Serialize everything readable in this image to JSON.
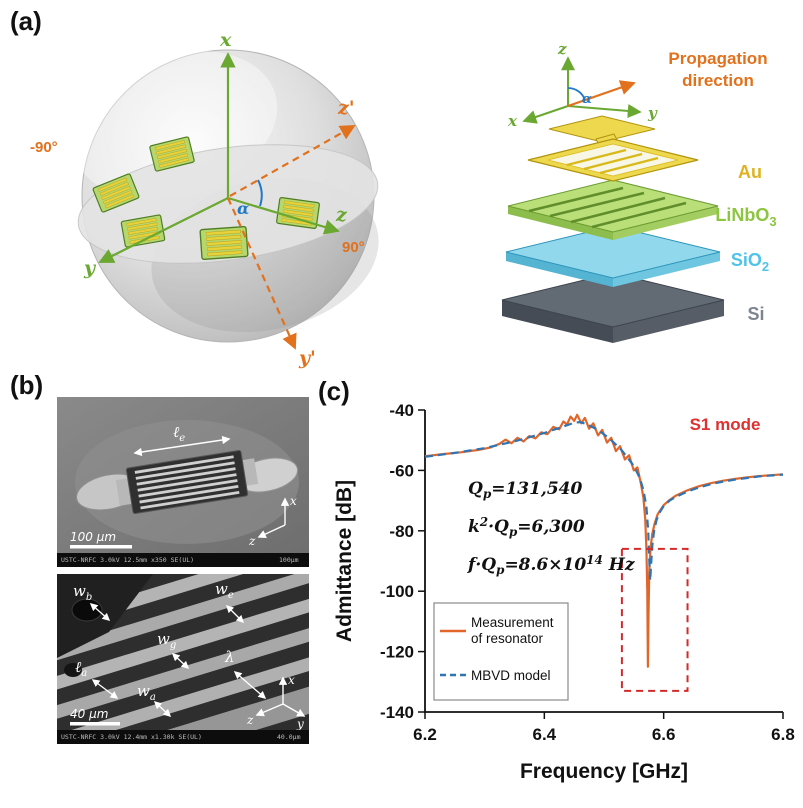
{
  "panel_labels": {
    "a": "(a)",
    "b": "(b)",
    "c": "(c)"
  },
  "sphere": {
    "axis_x": "x",
    "axis_y": "y",
    "axis_z": "z",
    "axis_z_prime": "z'",
    "axis_y_prime": "y'",
    "alpha": "α",
    "angle_neg": "-90°",
    "angle_pos": "90°"
  },
  "stack": {
    "axis_x": "x",
    "axis_y": "y",
    "axis_z": "z",
    "alpha": "α",
    "propagation": {
      "l1": "Propagation",
      "l2": "direction"
    },
    "layers": [
      {
        "name": "Au",
        "sub": "",
        "color": "#E0B222"
      },
      {
        "name": "LiNbO",
        "sub": "3",
        "color": "#8CC63F"
      },
      {
        "name": "SiO",
        "sub": "2",
        "color": "#4FC3E8"
      },
      {
        "name": "Si",
        "sub": "",
        "color": "#7D858F"
      }
    ]
  },
  "sem_top": {
    "dim": {
      "base": "ℓ",
      "sub": "e"
    },
    "scale_text": "100 μm",
    "axis_x": "x",
    "axis_z": "z",
    "caption_left": "USTC-NRFC 3.0kV 12.5mm x350 SE(UL)",
    "caption_right": "100μm"
  },
  "sem_bottom": {
    "wb": {
      "base": "w",
      "sub": "b"
    },
    "we": {
      "base": "w",
      "sub": "e"
    },
    "wg": {
      "base": "w",
      "sub": "g"
    },
    "lambda": {
      "base": "λ",
      "sub": ""
    },
    "la": {
      "base": "ℓ",
      "sub": "a"
    },
    "wa": {
      "base": "w",
      "sub": "a"
    },
    "scale_text": "40 μm",
    "axis_x": "x",
    "axis_z": "z",
    "axis_y": "y",
    "caption_left": "USTC-NRFC 3.0kV 12.4mm x1.30k SE(UL)",
    "caption_right": "40.0μm"
  },
  "chart_data": {
    "type": "line",
    "xlabel": "Frequency [GHz]",
    "ylabel": "Admittance [dB]",
    "xlim": [
      6.2,
      6.8
    ],
    "ylim": [
      -140,
      -40
    ],
    "xticks": [
      6.2,
      6.4,
      6.6,
      6.8
    ],
    "xtick_labels": [
      "6.2",
      "6.4",
      "6.6",
      "6.8"
    ],
    "yticks": [
      -40,
      -60,
      -80,
      -100,
      -120,
      -140
    ],
    "ytick_labels": [
      "-40",
      "-60",
      "-80",
      "-100",
      "-120",
      "-140"
    ],
    "grid": false,
    "legend_position": "lower-left",
    "mode_label": "S1 mode",
    "mode_label_color": "#E03030",
    "annotations": {
      "qp": {
        "t1": "Q",
        "t2": "p",
        "t3": "=131,540"
      },
      "k2qp": {
        "t1": "k",
        "t2": "2",
        "t3": "·Q",
        "t4": "p",
        "t5": "=6,300"
      },
      "fqp": {
        "t1": "f·Q",
        "t2": "p",
        "t3": "=8.6×10",
        "t4": "14",
        "t5": " Hz"
      }
    },
    "highlight_box": {
      "x0": 6.53,
      "x1": 6.64,
      "y0": -133,
      "y1": -86,
      "color": "#D42A2A"
    },
    "legend": {
      "entries": [
        {
          "label_lines": [
            "Measurement",
            "of resonator"
          ],
          "color": "#E0662A",
          "dash": "solid"
        },
        {
          "label_lines": [
            "MBVD model"
          ],
          "color": "#2E75B6",
          "dash": "dashed"
        }
      ]
    },
    "series": [
      {
        "name": "Measurement of resonator",
        "color": "#E0662A",
        "dash": "solid",
        "points": [
          [
            6.2,
            -55.3
          ],
          [
            6.23,
            -54.6
          ],
          [
            6.26,
            -54.0
          ],
          [
            6.29,
            -53.2
          ],
          [
            6.31,
            -52.4
          ],
          [
            6.325,
            -51.2
          ],
          [
            6.335,
            -49.8
          ],
          [
            6.345,
            -51.0
          ],
          [
            6.355,
            -49.2
          ],
          [
            6.365,
            -50.4
          ],
          [
            6.375,
            -48.6
          ],
          [
            6.385,
            -49.4
          ],
          [
            6.395,
            -47.4
          ],
          [
            6.405,
            -48.0
          ],
          [
            6.415,
            -45.6
          ],
          [
            6.425,
            -46.4
          ],
          [
            6.432,
            -43.8
          ],
          [
            6.438,
            -44.8
          ],
          [
            6.444,
            -42.2
          ],
          [
            6.45,
            -43.6
          ],
          [
            6.455,
            -41.6
          ],
          [
            6.462,
            -44.4
          ],
          [
            6.468,
            -42.6
          ],
          [
            6.475,
            -46.2
          ],
          [
            6.482,
            -44.4
          ],
          [
            6.49,
            -48.4
          ],
          [
            6.497,
            -46.6
          ],
          [
            6.505,
            -50.8
          ],
          [
            6.512,
            -49.2
          ],
          [
            6.52,
            -53.6
          ],
          [
            6.527,
            -52.0
          ],
          [
            6.535,
            -56.4
          ],
          [
            6.542,
            -55.0
          ],
          [
            6.55,
            -60.0
          ],
          [
            6.556,
            -59.0
          ],
          [
            6.562,
            -64.5
          ],
          [
            6.566,
            -69.0
          ],
          [
            6.569,
            -76.0
          ],
          [
            6.571,
            -86.0
          ],
          [
            6.5725,
            -100.0
          ],
          [
            6.5735,
            -125.0
          ],
          [
            6.5745,
            -108.0
          ],
          [
            6.576,
            -93.0
          ],
          [
            6.578,
            -86.0
          ],
          [
            6.581,
            -81.0
          ],
          [
            6.585,
            -77.5
          ],
          [
            6.59,
            -74.5
          ],
          [
            6.6,
            -71.5
          ],
          [
            6.61,
            -69.8
          ],
          [
            6.62,
            -68.4
          ],
          [
            6.64,
            -66.6
          ],
          [
            6.66,
            -65.2
          ],
          [
            6.68,
            -64.2
          ],
          [
            6.7,
            -63.4
          ],
          [
            6.72,
            -62.8
          ],
          [
            6.74,
            -62.3
          ],
          [
            6.76,
            -61.9
          ],
          [
            6.78,
            -61.6
          ],
          [
            6.8,
            -61.3
          ]
        ]
      },
      {
        "name": "MBVD model",
        "color": "#2E75B6",
        "dash": "dashed",
        "points": [
          [
            6.2,
            -55.5
          ],
          [
            6.25,
            -54.2
          ],
          [
            6.3,
            -52.6
          ],
          [
            6.35,
            -50.4
          ],
          [
            6.4,
            -47.6
          ],
          [
            6.43,
            -45.6
          ],
          [
            6.45,
            -44.2
          ],
          [
            6.46,
            -44.0
          ],
          [
            6.47,
            -44.6
          ],
          [
            6.49,
            -46.6
          ],
          [
            6.51,
            -49.6
          ],
          [
            6.53,
            -53.4
          ],
          [
            6.55,
            -58.5
          ],
          [
            6.56,
            -62.5
          ],
          [
            6.566,
            -66.5
          ],
          [
            6.571,
            -72.0
          ],
          [
            6.574,
            -80.0
          ],
          [
            6.576,
            -90.0
          ],
          [
            6.5775,
            -96.5
          ],
          [
            6.579,
            -91.0
          ],
          [
            6.581,
            -85.0
          ],
          [
            6.584,
            -80.0
          ],
          [
            6.588,
            -76.5
          ],
          [
            6.593,
            -74.0
          ],
          [
            6.6,
            -71.8
          ],
          [
            6.61,
            -70.0
          ],
          [
            6.62,
            -68.8
          ],
          [
            6.64,
            -67.0
          ],
          [
            6.66,
            -65.6
          ],
          [
            6.68,
            -64.5
          ],
          [
            6.7,
            -63.7
          ],
          [
            6.72,
            -63.0
          ],
          [
            6.74,
            -62.5
          ],
          [
            6.76,
            -62.0
          ],
          [
            6.78,
            -61.7
          ],
          [
            6.8,
            -61.4
          ]
        ]
      }
    ]
  }
}
